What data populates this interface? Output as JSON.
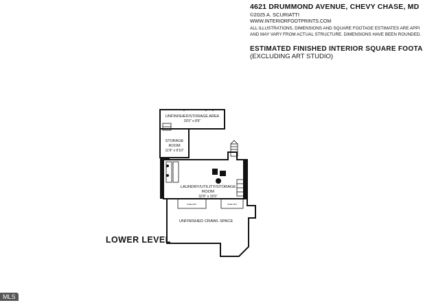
{
  "header": {
    "address": "4621 DRUMMOND AVENUE, CHEVY CHASE, MD",
    "copyright": "©2025 A. SCURIATTI",
    "website": "WWW.INTERIORFOOTPRINTS.COM",
    "disclaimer_line1": "ALL ILLUSTRATIONS, DIMENSIONS AND SQUARE FOOTAGE ESTIMATES ARE APPI",
    "disclaimer_line2": "AND MAY VARY FROM ACTUAL STRUCTURE. DIMENSIONS HAVE BEEN ROUNDED.",
    "sqft_title": "ESTIMATED FINISHED INTERIOR SQUARE FOOTA",
    "sqft_note": "(EXCLUDING ART STUDIO)"
  },
  "rooms": {
    "unfinished_storage_name": "UNFINISHED/STORAGE AREA",
    "unfinished_storage_dims": "26'6\" x 8'6\"",
    "storage_room_name1": "STORAGE",
    "storage_room_name2": "ROOM",
    "storage_room_dims": "11'6\" x 9'10\"",
    "laundry_name": "LAUNDRY/UTILITY/STORAGE",
    "laundry_name2": "ROOM",
    "laundry_dims": "32'9\" x 15'5\"",
    "crawl_space": "UNFINISHED CRAWL SPACE",
    "shelves_left": "SHELVES",
    "shelves_right": "SHELVES"
  },
  "level_label": "LOWER LEVEL",
  "watermark": "MLS"
}
